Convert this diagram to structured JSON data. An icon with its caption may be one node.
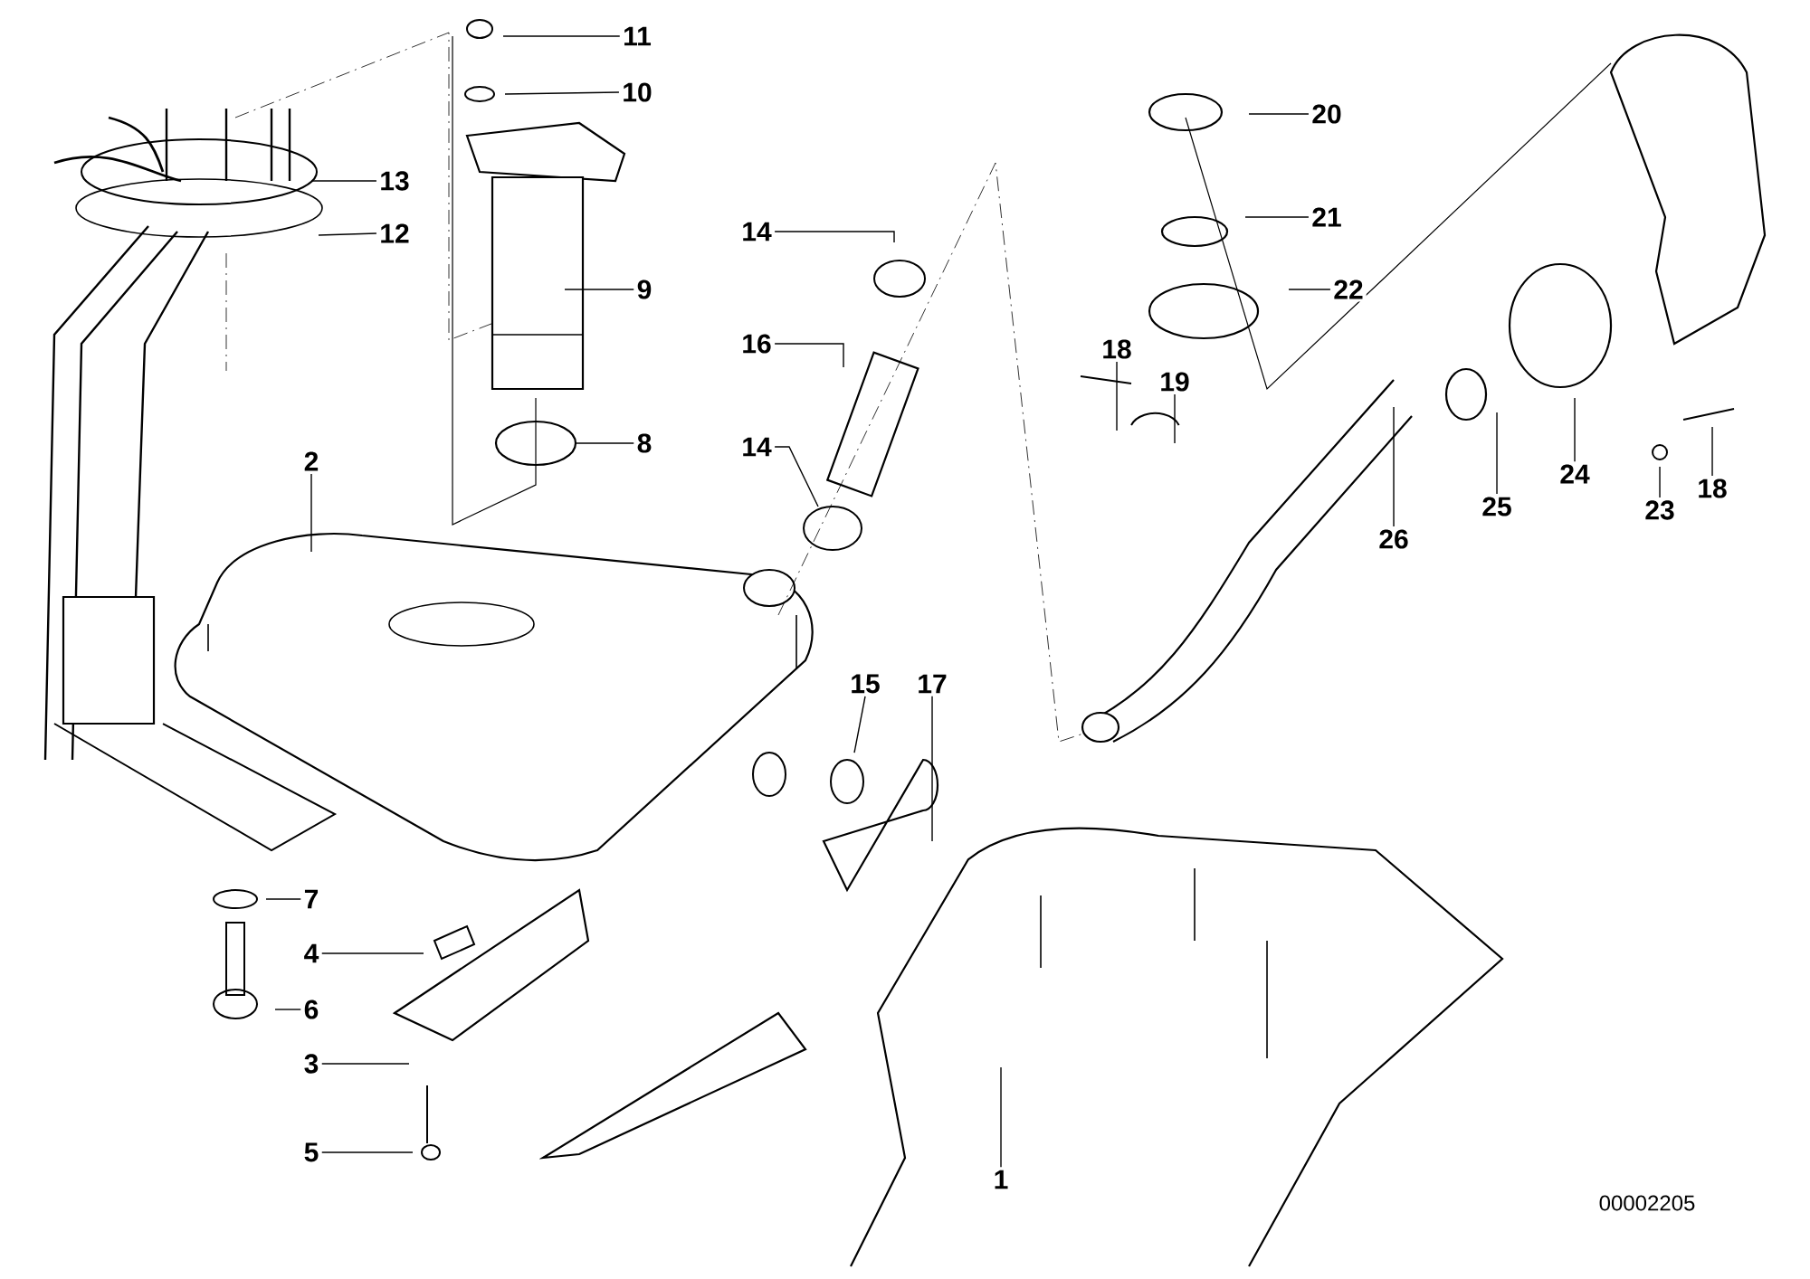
{
  "diagram": {
    "nodes": [
      {
        "text": [
          "11"
        ]
      },
      {
        "text": [
          "10"
        ]
      },
      {
        "text": [
          "13"
        ]
      },
      {
        "text": [
          "12"
        ]
      },
      {
        "text": [
          "9"
        ]
      },
      {
        "text": [
          "8"
        ]
      },
      {
        "text": [
          "2"
        ]
      },
      {
        "text": [
          "7"
        ]
      },
      {
        "text": [
          "4"
        ]
      },
      {
        "text": [
          "6"
        ]
      },
      {
        "text": [
          "3"
        ]
      },
      {
        "text": [
          "5"
        ]
      },
      {
        "text": [
          "14"
        ]
      },
      {
        "text": [
          "16"
        ]
      },
      {
        "text": [
          "14"
        ]
      },
      {
        "text": [
          "15"
        ]
      },
      {
        "text": [
          "17"
        ]
      },
      {
        "text": [
          "1"
        ]
      },
      {
        "text": [
          "20"
        ]
      },
      {
        "text": [
          "21"
        ]
      },
      {
        "text": [
          "22"
        ]
      },
      {
        "text": [
          "18"
        ]
      },
      {
        "text": [
          "19"
        ]
      },
      {
        "text": [
          "26"
        ]
      },
      {
        "text": [
          "25"
        ]
      },
      {
        "text": [
          "24"
        ]
      },
      {
        "text": [
          "23"
        ]
      },
      {
        "text": [
          "18"
        ]
      }
    ],
    "edges": [
      {
        "from": 0,
        "to": null,
        "arrow": "none"
      },
      {
        "from": 1,
        "to": null,
        "arrow": "none"
      },
      {
        "from": 2,
        "to": null,
        "arrow": "none"
      },
      {
        "from": 3,
        "to": null,
        "arrow": "none"
      },
      {
        "from": 4,
        "to": null,
        "arrow": "none"
      },
      {
        "from": 5,
        "to": null,
        "arrow": "none"
      },
      {
        "from": 6,
        "to": null,
        "arrow": "none"
      },
      {
        "from": 7,
        "to": null,
        "arrow": "none"
      },
      {
        "from": 8,
        "to": null,
        "arrow": "none"
      },
      {
        "from": 9,
        "to": null,
        "arrow": "none"
      },
      {
        "from": 10,
        "to": null,
        "arrow": "none"
      },
      {
        "from": 11,
        "to": null,
        "arrow": "none"
      },
      {
        "from": 12,
        "to": null,
        "arrow": "none"
      },
      {
        "from": 13,
        "to": null,
        "arrow": "none"
      },
      {
        "from": 14,
        "to": null,
        "arrow": "none"
      },
      {
        "from": 15,
        "to": null,
        "arrow": "none"
      },
      {
        "from": 16,
        "to": null,
        "arrow": "none"
      },
      {
        "from": 17,
        "to": null,
        "arrow": "none"
      },
      {
        "from": 18,
        "to": null,
        "arrow": "none"
      },
      {
        "from": 19,
        "to": null,
        "arrow": "none"
      },
      {
        "from": 20,
        "to": null,
        "arrow": "none"
      },
      {
        "from": 21,
        "to": null,
        "arrow": "none"
      },
      {
        "from": 22,
        "to": null,
        "arrow": "none"
      },
      {
        "from": 23,
        "to": null,
        "arrow": "none"
      },
      {
        "from": 24,
        "to": null,
        "arrow": "none"
      },
      {
        "from": 25,
        "to": null,
        "arrow": "none"
      },
      {
        "from": 26,
        "to": null,
        "arrow": "none"
      },
      {
        "from": 27,
        "to": null,
        "arrow": "none"
      }
    ],
    "labels": [
      "00002205"
    ]
  }
}
